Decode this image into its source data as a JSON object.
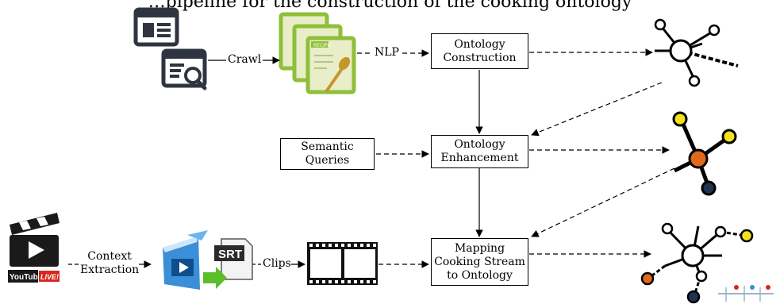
{
  "header": "…pipeline for the construction of the cooking ontology",
  "boxes": {
    "ontology_construction": [
      "Ontology",
      "Construction"
    ],
    "semantic_queries": [
      "Semantic",
      "Queries"
    ],
    "ontology_enhancement": [
      "Ontology",
      "Enhancement"
    ],
    "mapping": [
      "Mapping",
      "Cooking Stream",
      "to Ontology"
    ]
  },
  "edge_labels": {
    "crawl": "Crawl",
    "nlp": "NLP",
    "context_extraction": [
      "Context",
      "Extraction"
    ],
    "clips": "Clips"
  },
  "icons": {
    "webpages": "web-page-icons",
    "recipes": "recipe-cards-icon",
    "recipe_card_text": "RECIPE",
    "youtube_brand": "YouTube",
    "youtube_live": "LIVE!",
    "video_file": "video-file-icon",
    "srt_file": "SRT",
    "film_strip": "film-strip-icon"
  },
  "colors": {
    "yellow": "#f2e21b",
    "orange": "#e06a1b",
    "navy": "#1f3350",
    "recipe_green": "#8fbf3a",
    "video_blue": "#3b8fd9"
  }
}
